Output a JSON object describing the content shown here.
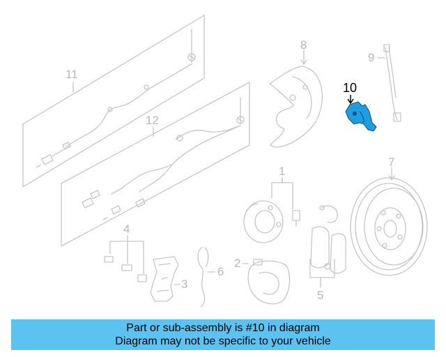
{
  "diagram": {
    "callouts": {
      "c1": "1",
      "c2": "2",
      "c3": "3",
      "c4": "4",
      "c5": "5",
      "c6": "6",
      "c7": "7",
      "c8": "8",
      "c9": "9",
      "c10": "10",
      "c11": "11",
      "c12": "12"
    },
    "highlighted_part": "10",
    "colors": {
      "line": "#c6c6c6",
      "highlight": "#1e9ee0",
      "banner": "#5bc2f2"
    }
  },
  "banner": {
    "line1": "Part or sub-assembly is #10 in diagram",
    "line2": "Diagram may not be specific to your vehicle"
  }
}
